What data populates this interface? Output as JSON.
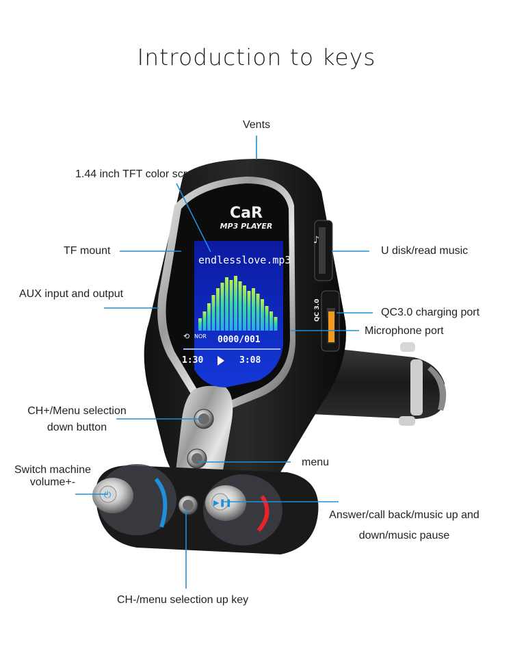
{
  "title": "Introduction to keys",
  "device": {
    "logo_top": "CaR",
    "logo_bottom": "MP3 PLAYER",
    "screen": {
      "filename": "endlesslove.mp3",
      "mode": "NOR",
      "track": "0000/001",
      "elapsed": "1:30",
      "total": "3:08"
    },
    "qc_label": "QC 3.0"
  },
  "labels": {
    "vents": "Vents",
    "screen": "1.44 inch TFT color screen",
    "tf": "TF mount",
    "aux": "AUX input and output",
    "udisk": "U disk/read music",
    "qc": "QC3.0 charging port",
    "mic": "Microphone port",
    "chplus_line1": "CH+/Menu selection",
    "chplus_line2": "down button",
    "menu": "menu",
    "switch_line1": "Switch machine",
    "switch_line2": "volume+-",
    "answer_line1": "Answer/call back/music up and",
    "answer_line2": "down/music pause",
    "chminus": "CH-/menu selection up key"
  },
  "colors": {
    "leader": "#1e8fd8",
    "accent_red": "#e8232a",
    "qc_orange": "#f29a1d"
  }
}
